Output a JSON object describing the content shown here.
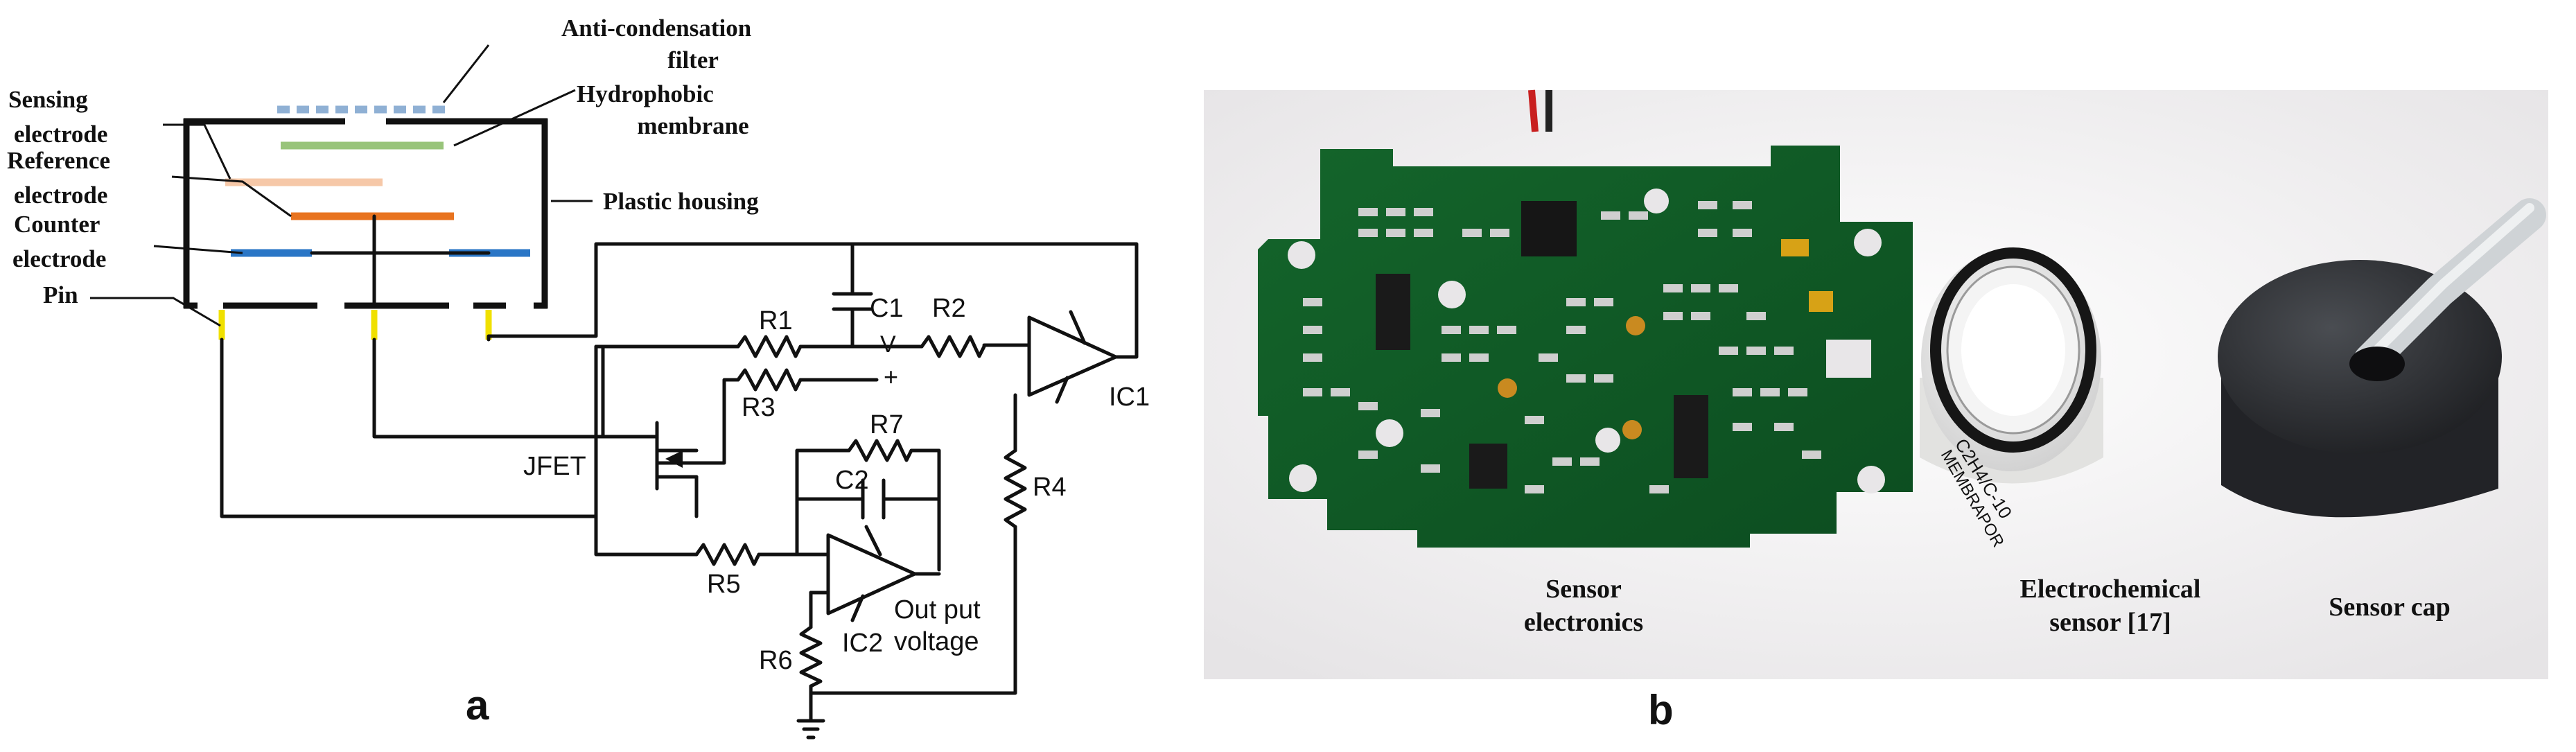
{
  "panel_a": {
    "letter": "a",
    "sensor_labels": {
      "anti_condensation_1": "Anti-condensation",
      "anti_condensation_2": "filter",
      "hydrophobic_1": "Hydrophobic",
      "hydrophobic_2": "membrane",
      "sensing_1": "Sensing",
      "sensing_2": "electrode",
      "reference_1": "Reference",
      "reference_2": "electrode",
      "counter_1": "Counter",
      "counter_2": "electrode",
      "pin": "Pin",
      "plastic_housing": "Plastic housing"
    },
    "circuit_labels": {
      "r1": "R1",
      "r2": "R2",
      "r3": "R3",
      "r4": "R4",
      "r5": "R5",
      "r6": "R6",
      "r7": "R7",
      "c1": "C1",
      "c2": "C2",
      "v_node": "V",
      "plus": "+",
      "ic1": "IC1",
      "ic2": "IC2",
      "jfet": "JFET",
      "output_1": "Out put",
      "output_2": "voltage"
    },
    "colors": {
      "filter": "#8fb0d4",
      "membrane": "#98c47a",
      "sensing_electrode": "#f6c8a8",
      "reference_electrode": "#e8731f",
      "counter_electrode": "#2a76c6",
      "pin": "#f0e000"
    }
  },
  "panel_b": {
    "letter": "b",
    "labels": {
      "electronics_1": "Sensor",
      "electronics_2": "electronics",
      "sensor_1": "Electrochemical",
      "sensor_2": "sensor [17]",
      "cap": "Sensor cap"
    },
    "sensor_print_1": "C2H4/C-10",
    "sensor_print_2": "MEMBRAPOR"
  }
}
